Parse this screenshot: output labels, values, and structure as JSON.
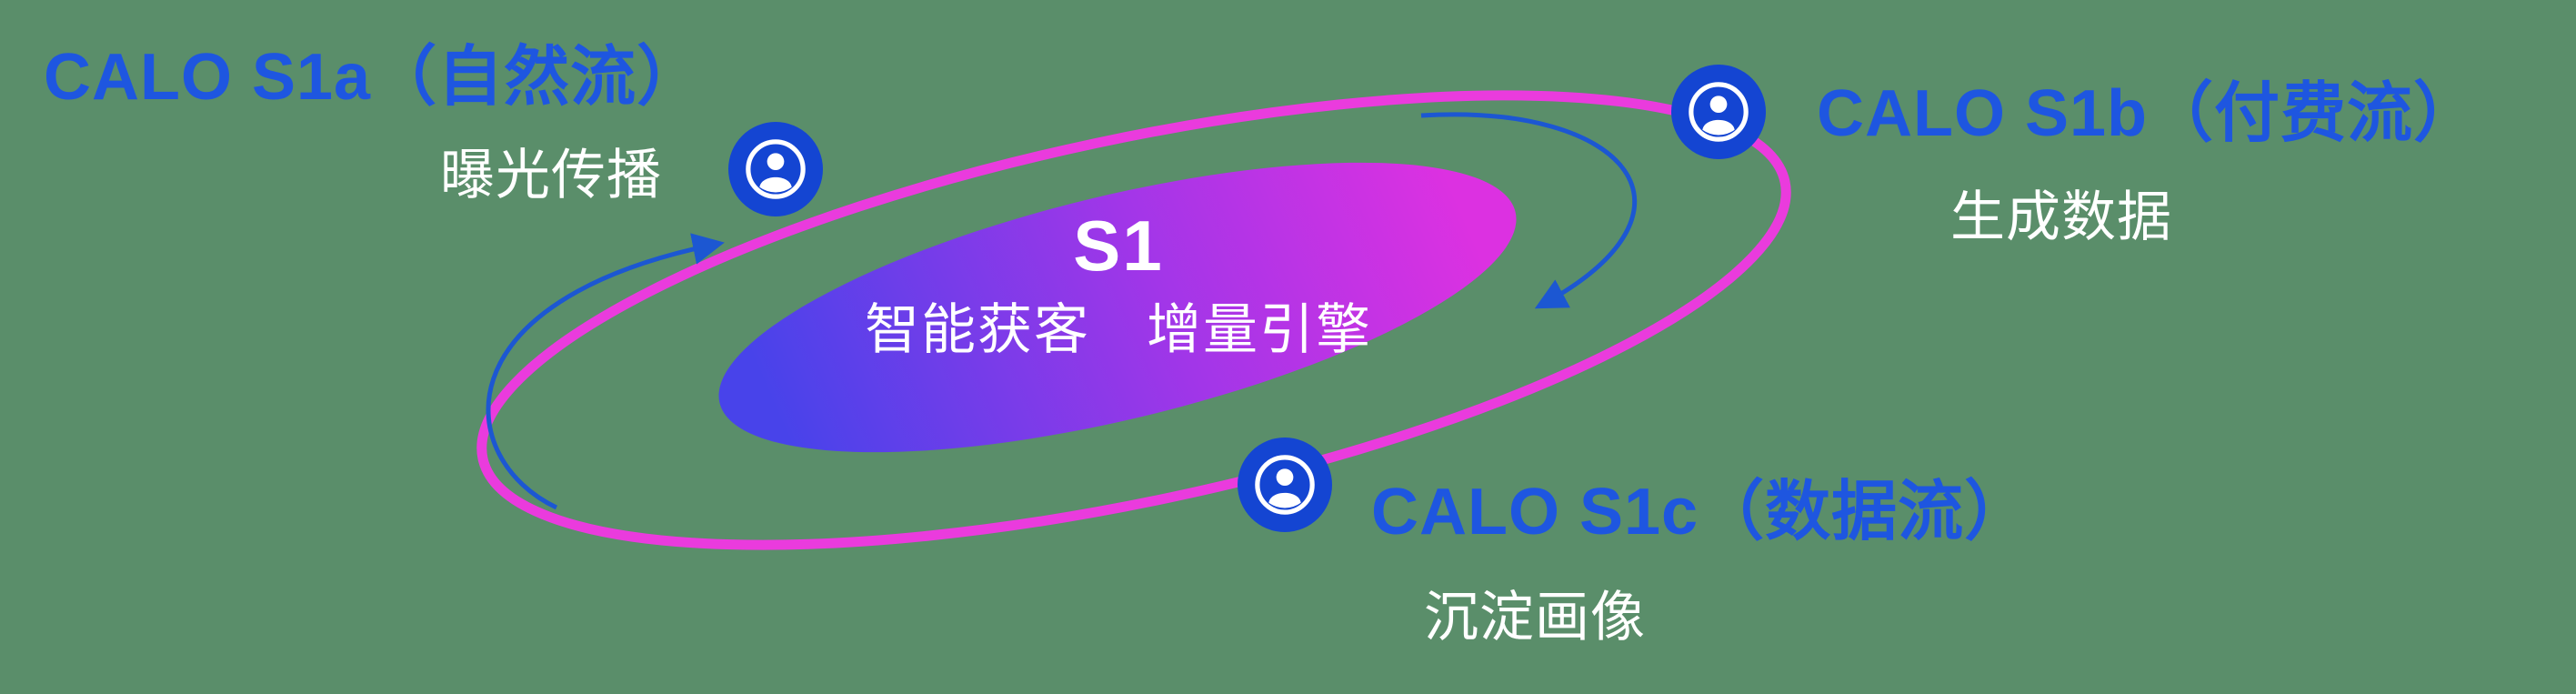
{
  "diagram": {
    "background_color": "#5a8e6a",
    "core": {
      "title": "S1",
      "subtitle": "智能获客　增量引擎"
    },
    "nodes": [
      {
        "id": "s1a",
        "label": "CALO S1a（自然流）",
        "sublabel": "曝光传播",
        "icon": "user-avatar-icon"
      },
      {
        "id": "s1b",
        "label": "CALO S1b（付费流）",
        "sublabel": "生成数据",
        "icon": "user-avatar-icon"
      },
      {
        "id": "s1c",
        "label": "CALO S1c（数据流）",
        "sublabel": "沉淀画像",
        "icon": "user-avatar-icon"
      }
    ],
    "colors": {
      "node_label_blue": "#1e56e0",
      "orbit_ring_pink": "#ea3bdd",
      "arrow_blue": "#1c57d2",
      "avatar_blue": "#1445d2",
      "core_gradient_start": "#4843ea",
      "core_gradient_end": "#dc31e1",
      "text_white": "#ffffff"
    }
  }
}
